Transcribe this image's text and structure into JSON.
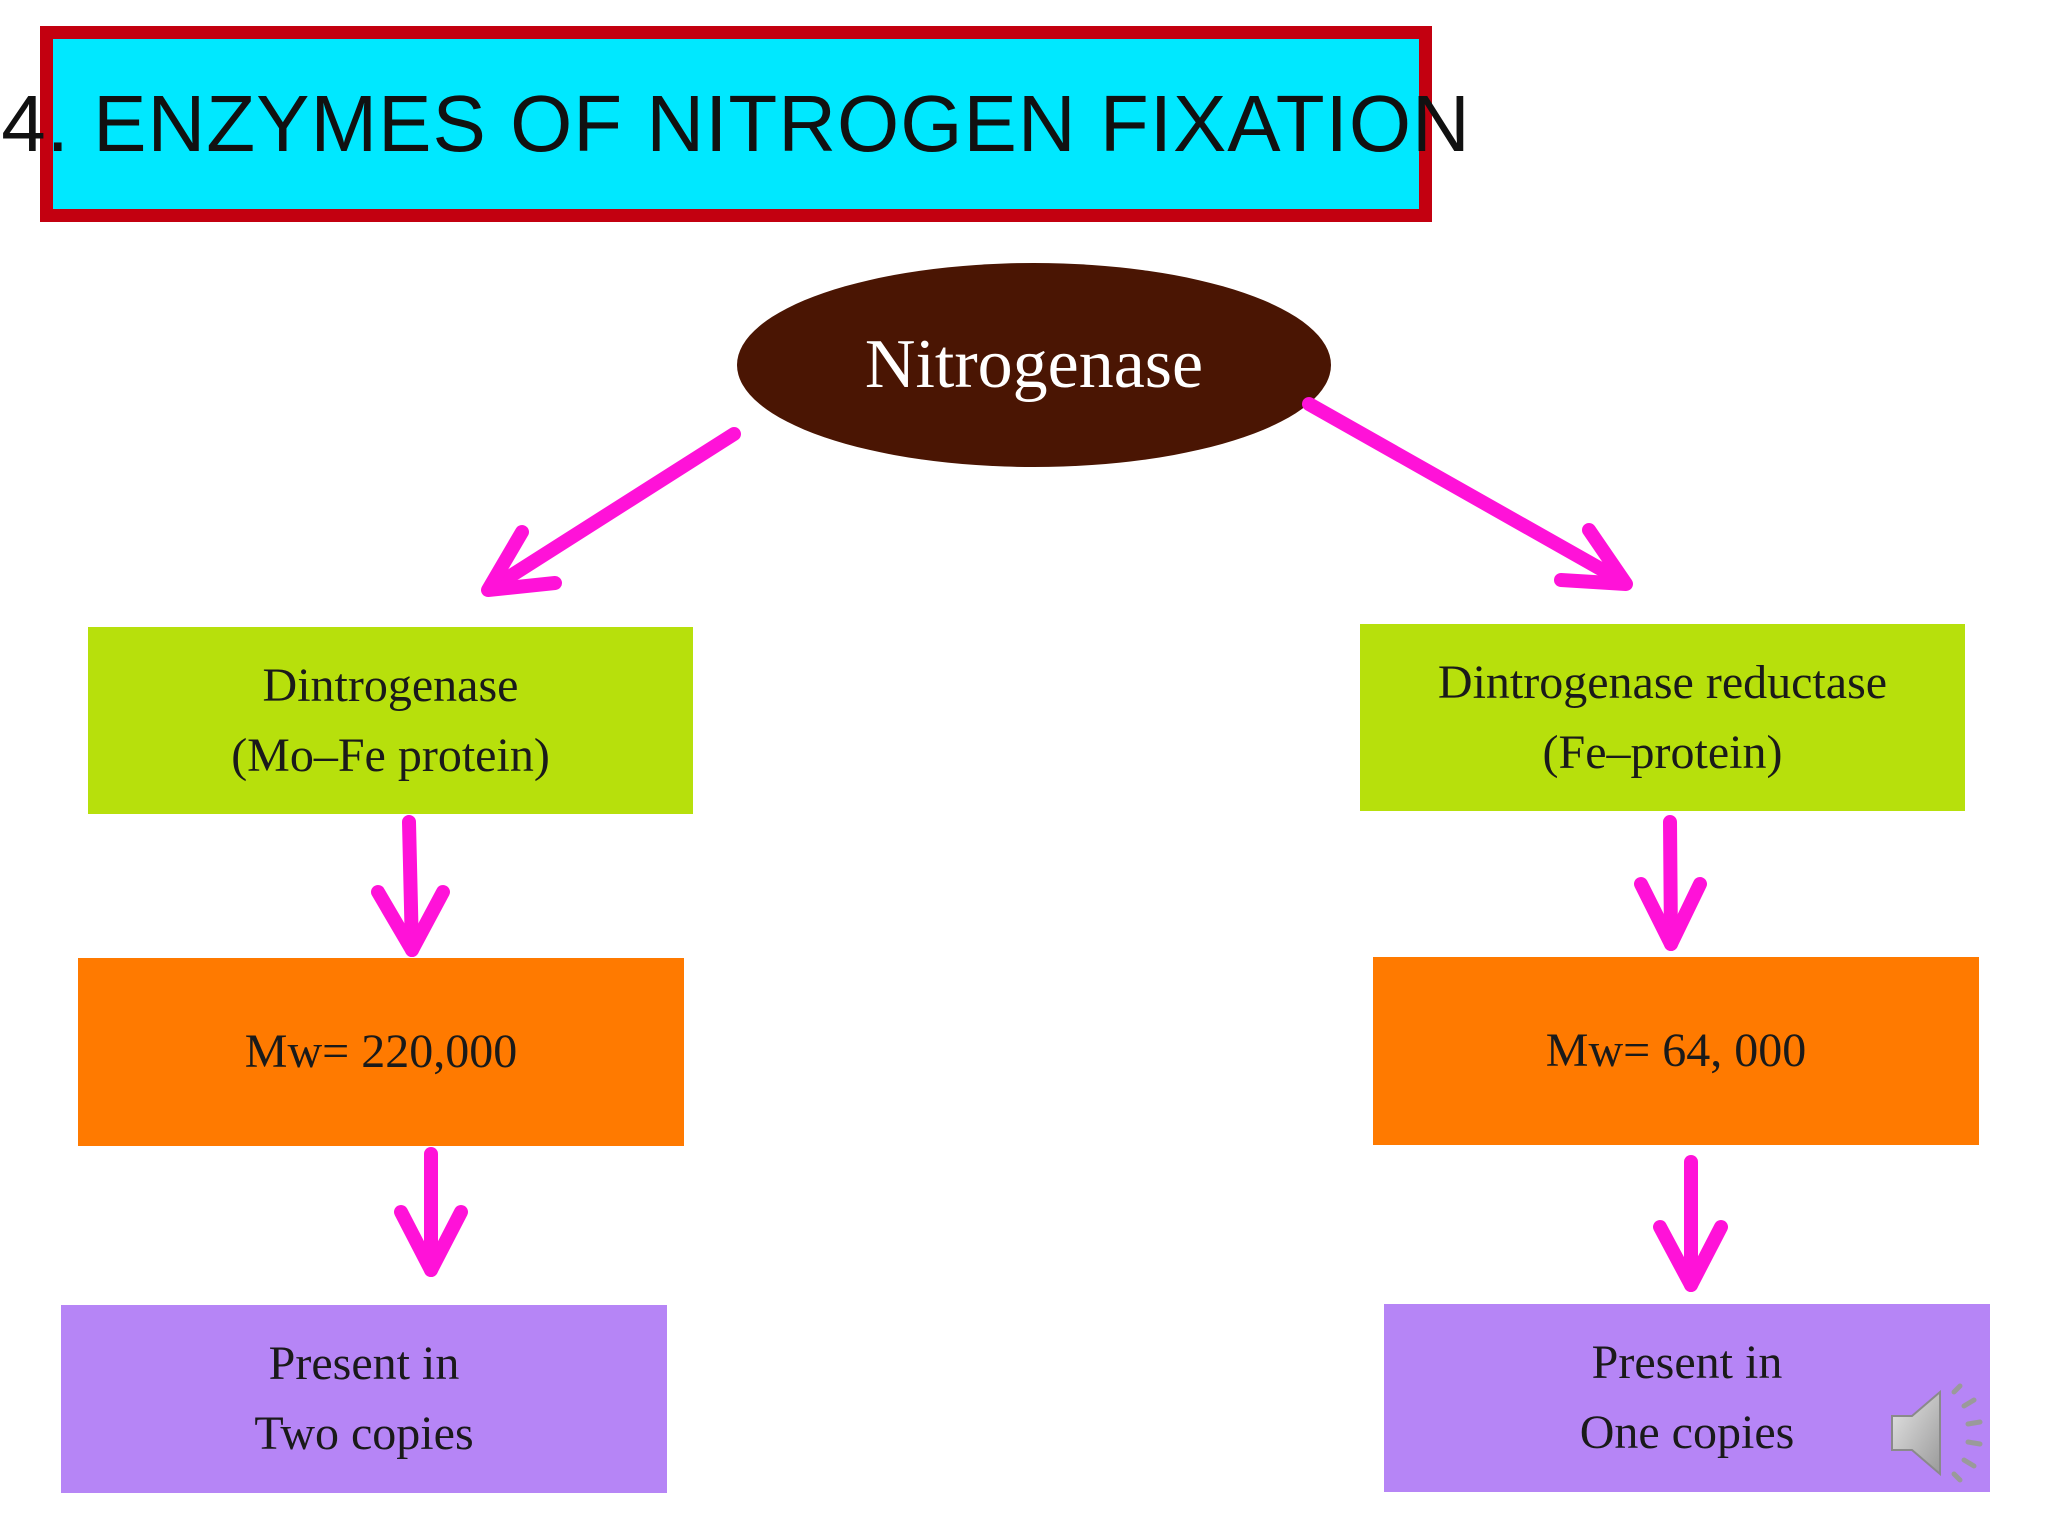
{
  "title": "4. ENZYMES OF NITROGEN FIXATION",
  "root": "Nitrogenase",
  "left": {
    "name_line1": "Dintrogenase",
    "name_line2": "(Mo–Fe protein)",
    "mw": "Mw= 220,000",
    "copies_line1": "Present in",
    "copies_line2": "Two copies"
  },
  "right": {
    "name_line1": "Dintrogenase reductase",
    "name_line2": "(Fe–protein)",
    "mw": "Mw= 64, 000",
    "copies_line1": "Present in",
    "copies_line2": "One copies"
  },
  "colors": {
    "title_bg": "#00e8ff",
    "title_border": "#c30010",
    "ellipse": "#4a1503",
    "name_box": "#b7e00c",
    "mw_box": "#ff7a00",
    "copies_box": "#b685f6",
    "arrow": "#ff12d8"
  },
  "icons": [
    "speaker-icon"
  ]
}
